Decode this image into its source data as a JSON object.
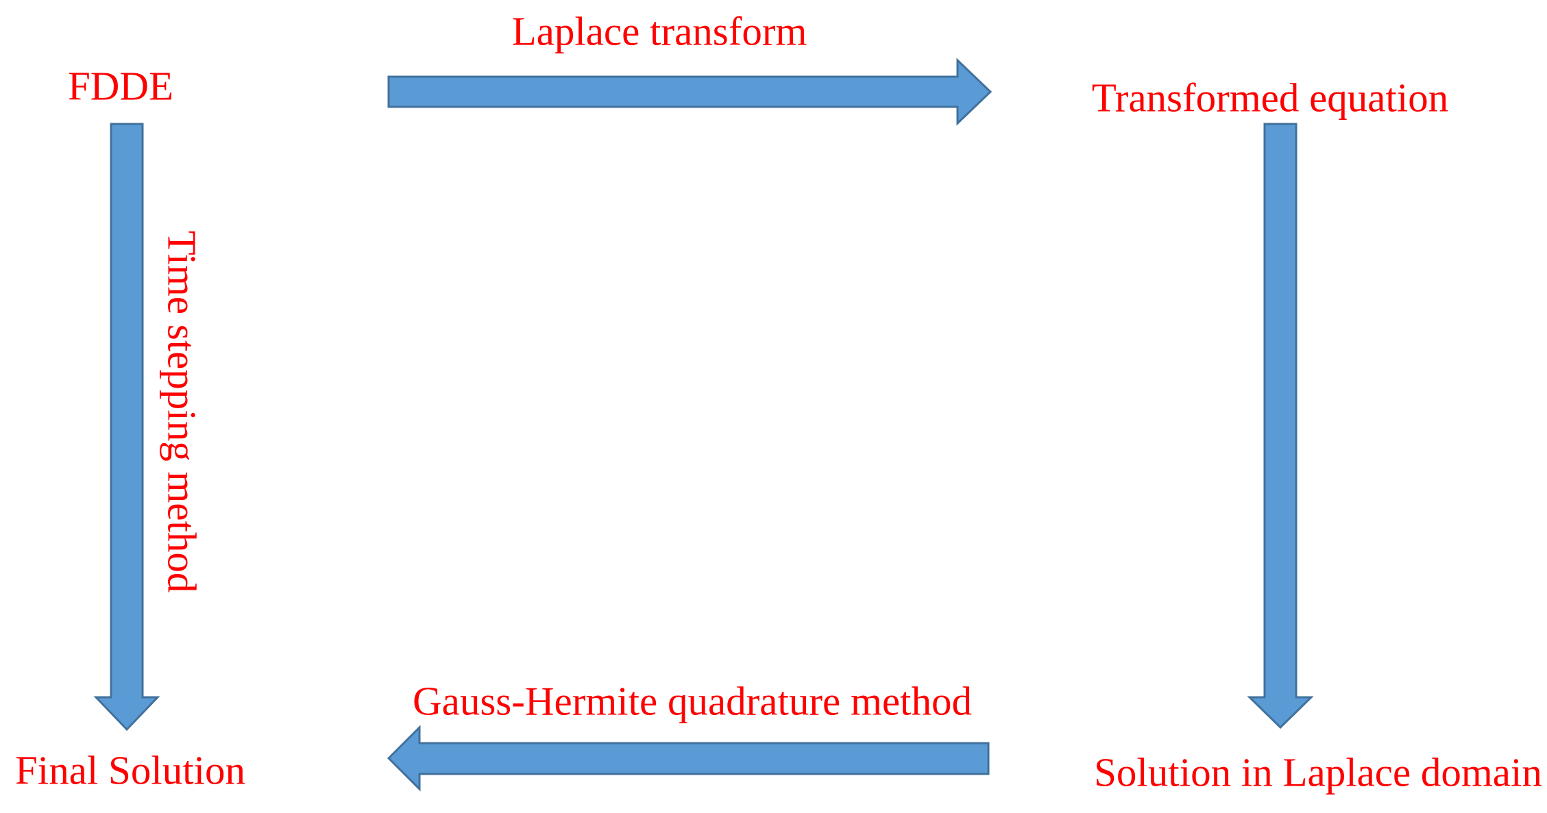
{
  "colors": {
    "background": "#FFFFFF",
    "label_red": "#FE0000",
    "arrow_fill": "#5B9BD5",
    "arrow_border": "#41719C"
  },
  "diagram": {
    "nodes": [
      {
        "id": "fdde",
        "label": "FDDE"
      },
      {
        "id": "transformed-equation",
        "label": "Transformed equation"
      },
      {
        "id": "solution-in-laplace-domain",
        "label": "Solution in Laplace domain"
      },
      {
        "id": "final-solution",
        "label": "Final Solution"
      }
    ],
    "edges": [
      {
        "id": "laplace-transform",
        "label": "Laplace transform",
        "from": "FDDE",
        "to": "Transformed equation",
        "direction": "right"
      },
      {
        "id": "transform-to-solution",
        "label": "",
        "from": "Transformed equation",
        "to": "Solution in Laplace domain",
        "direction": "down"
      },
      {
        "id": "gauss-hermite",
        "label": "Gauss-Hermite quadrature method",
        "from": "Solution in Laplace domain",
        "to": "Final Solution",
        "direction": "left"
      },
      {
        "id": "time-stepping",
        "label": "Time stepping method",
        "from": "FDDE",
        "to": "Final Solution",
        "direction": "down"
      }
    ]
  }
}
